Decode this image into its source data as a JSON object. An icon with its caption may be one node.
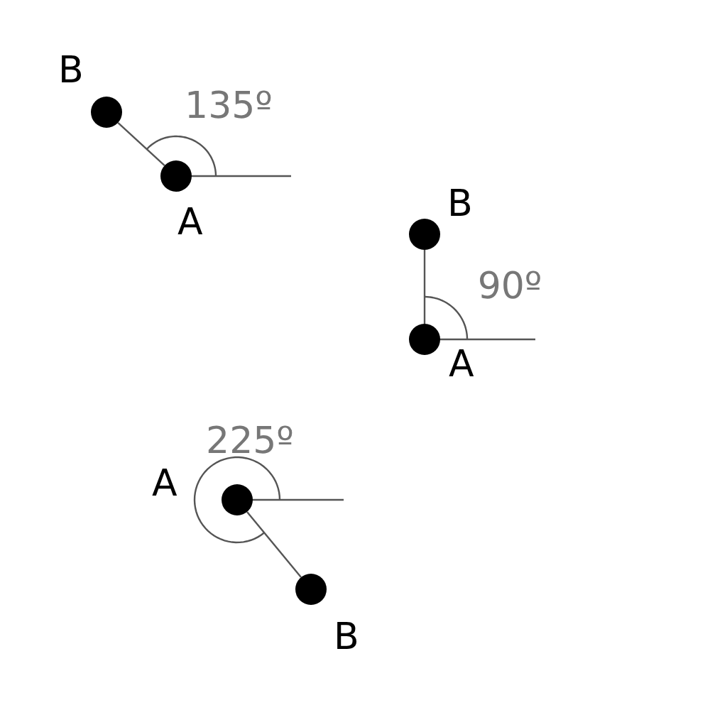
{
  "diagram": {
    "nodes": [
      {
        "text": [],
        "shape": "circle",
        "beside": [
          "B"
        ]
      },
      {
        "text": [],
        "shape": "circle",
        "beside": [
          "A"
        ]
      },
      {
        "text": [],
        "shape": "circle",
        "beside": [
          "B"
        ]
      },
      {
        "text": [],
        "shape": "circle",
        "beside": [
          "A"
        ]
      },
      {
        "text": [],
        "shape": "circle",
        "beside": [
          "A"
        ]
      },
      {
        "text": [],
        "shape": "circle",
        "beside": [
          "B"
        ]
      }
    ],
    "edges": [
      {
        "from": 1,
        "to": 0,
        "arrow": "none"
      },
      {
        "from": 3,
        "to": 2,
        "arrow": "none"
      },
      {
        "from": 4,
        "to": 5,
        "arrow": "none"
      }
    ],
    "labels": [
      "135º",
      "90º",
      "225º"
    ]
  }
}
